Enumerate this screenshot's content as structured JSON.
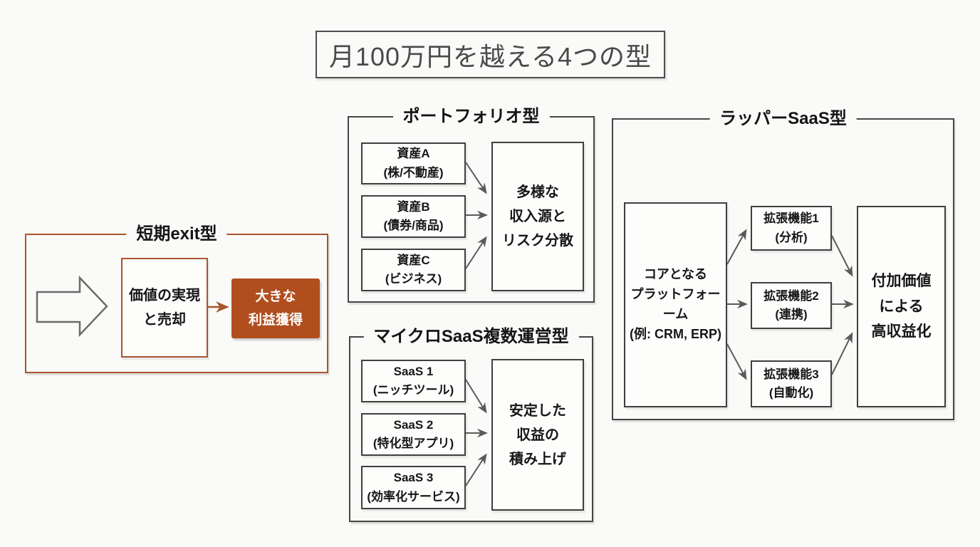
{
  "title": "月100万円を越える4つの型",
  "sections": {
    "exit": {
      "label": "短期exit型",
      "value_box": "価値の実現\nと売却",
      "profit_box": "大きな\n利益獲得"
    },
    "portfolio": {
      "label": "ポートフォリオ型",
      "assets": [
        "資産A\n(株/不動産)",
        "資産B\n(債券/商品)",
        "資産C\n(ビジネス)"
      ],
      "outcome": "多様な\n収入源と\nリスク分散"
    },
    "micro_saas": {
      "label": "マイクロSaaS複数運営型",
      "products": [
        "SaaS 1\n(ニッチツール)",
        "SaaS 2\n(特化型アプリ)",
        "SaaS 3\n(効率化サービス)"
      ],
      "outcome": "安定した\n収益の\n積み上げ"
    },
    "wrapper_saas": {
      "label": "ラッパーSaaS型",
      "core": "コアとなる\nプラットフォー\nーム\n(例: CRM, ERP)",
      "extensions": [
        "拡張機能1\n(分析)",
        "拡張機能2\n(連携)",
        "拡張機能3\n(自動化)"
      ],
      "outcome": "付加価値\nによる\n高収益化"
    }
  },
  "colors": {
    "background": "#fafaf8",
    "box_border": "#3f3f3f",
    "accent_orange_border": "#a8562e",
    "highlight_fill": "#b04e1e",
    "highlight_text": "#ffffff",
    "title_text": "#4a4a4a",
    "arrow_gray": "#5a5a5a"
  }
}
